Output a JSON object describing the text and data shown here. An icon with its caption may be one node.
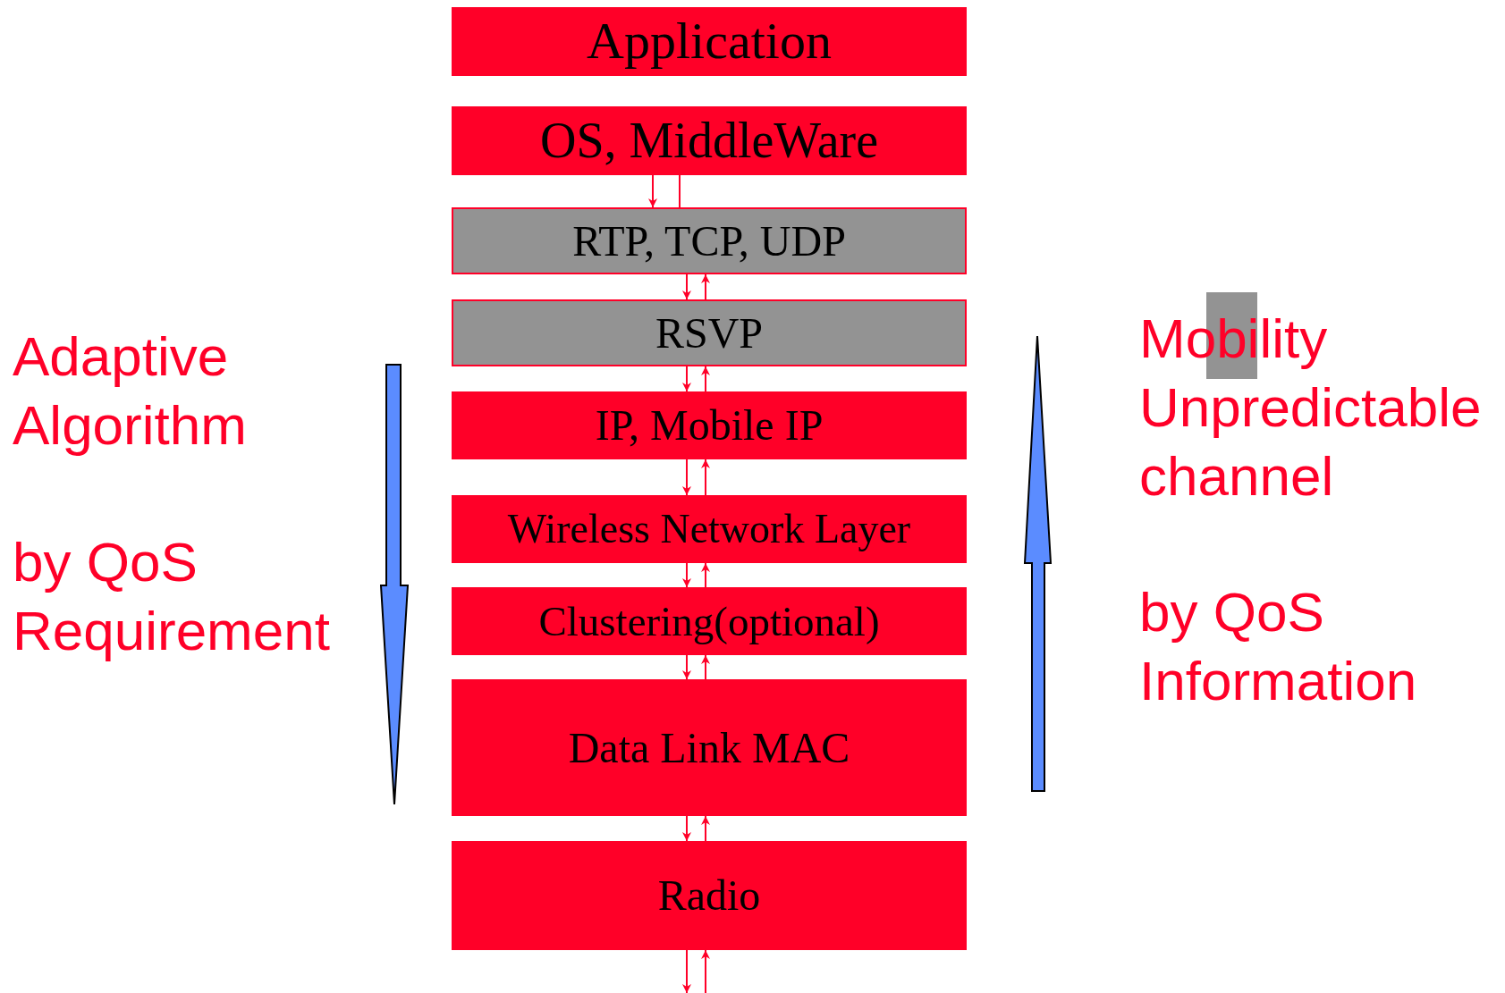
{
  "diagram": {
    "nodes": [
      {
        "text": [
          "Application"
        ]
      },
      {
        "text": [
          "OS, MiddleWare"
        ]
      },
      {
        "text": [
          "RTP, TCP, UDP"
        ]
      },
      {
        "text": [
          "RSVP"
        ]
      },
      {
        "text": [
          "IP, Mobile IP"
        ]
      },
      {
        "text": [
          "Wireless Network Layer"
        ]
      },
      {
        "text": [
          "Clustering(optional)"
        ]
      },
      {
        "text": [
          "Data Link MAC"
        ]
      },
      {
        "text": [
          "Radio"
        ]
      }
    ],
    "edges": [
      {
        "from": 1,
        "to": 2,
        "arrow": "to"
      },
      {
        "from": 1,
        "to": 2,
        "arrow": "none"
      },
      {
        "from": 2,
        "to": 3,
        "arrow": "to"
      },
      {
        "from": 3,
        "to": 2,
        "arrow": "to"
      },
      {
        "from": 3,
        "to": 4,
        "arrow": "to"
      },
      {
        "from": 4,
        "to": 3,
        "arrow": "to"
      },
      {
        "from": 4,
        "to": 5,
        "arrow": "to"
      },
      {
        "from": 5,
        "to": 4,
        "arrow": "to"
      },
      {
        "from": 5,
        "to": 6,
        "arrow": "to"
      },
      {
        "from": 6,
        "to": 5,
        "arrow": "to"
      },
      {
        "from": 6,
        "to": 7,
        "arrow": "to"
      },
      {
        "from": 7,
        "to": 6,
        "arrow": "to"
      },
      {
        "from": 7,
        "to": 8,
        "arrow": "to"
      },
      {
        "from": 8,
        "to": 7,
        "arrow": "to"
      },
      {
        "from": 8,
        "to": null,
        "arrow": "to"
      },
      {
        "from": null,
        "to": 8,
        "arrow": "to"
      }
    ],
    "labels": [
      "Adaptive Algorithm",
      "by QoS Requirement",
      "Mobility Unpredictable channel",
      "by QoS Information"
    ]
  }
}
